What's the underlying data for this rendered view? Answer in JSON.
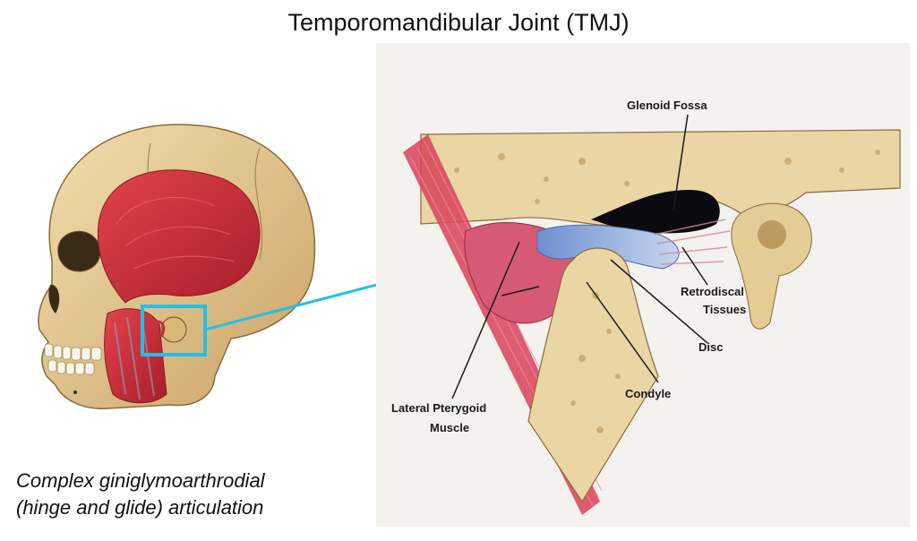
{
  "slide": {
    "title": "Temporomandibular Joint (TMJ)",
    "caption_line1": "Complex giniglymoarthrodial",
    "caption_line2": "(hinge and glide) articulation"
  },
  "labels": {
    "glenoid_fossa": "Glenoid Fossa",
    "retrodiscal_line1": "Retrodiscal",
    "retrodiscal_line2": "Tissues",
    "disc": "Disc",
    "condyle": "Condyle",
    "lateral_pterygoid_line1": "Lateral Pterygoid",
    "lateral_pterygoid_line2": "Muscle"
  },
  "colors": {
    "accent_arrow": "#22c0e8",
    "bone": "#e9d6a4",
    "muscle": "#cf2f3d",
    "disc_blue": "#7f9fd6"
  },
  "icons": {
    "skull": "skull-illustration",
    "joint": "tmj-cross-section-illustration"
  }
}
